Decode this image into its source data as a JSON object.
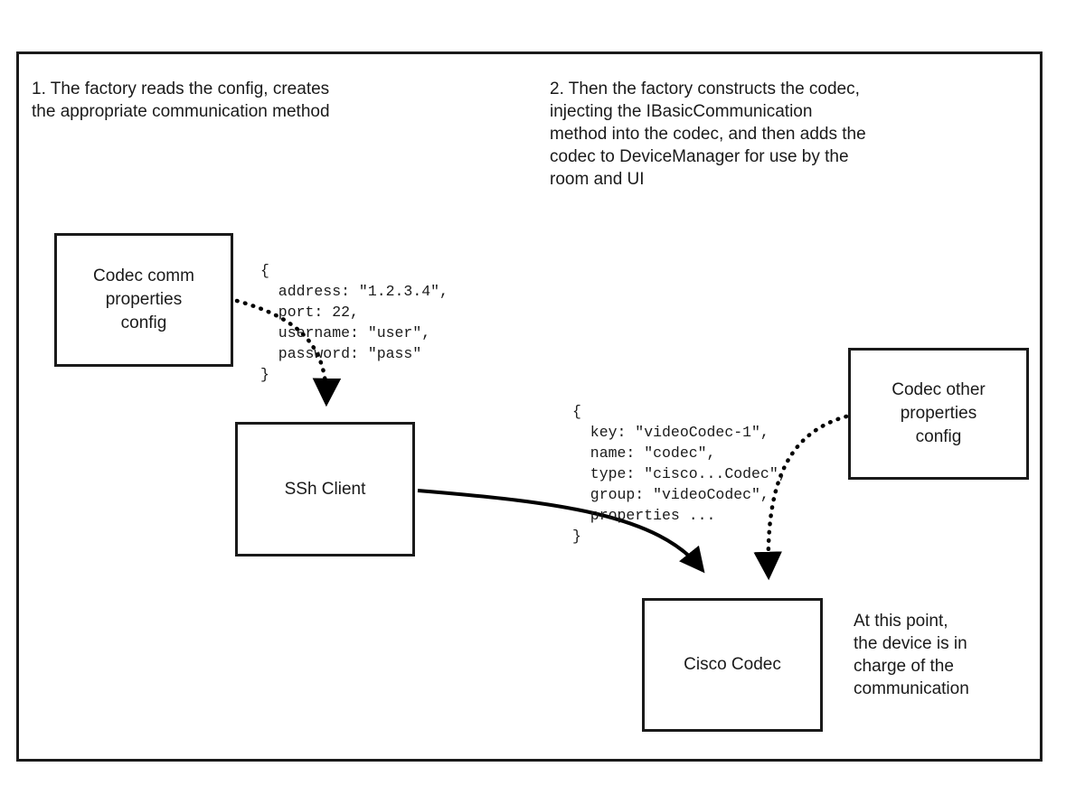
{
  "notes": {
    "step1": "1. The factory reads the config, creates\nthe appropriate communication method",
    "step2": "2. Then the factory constructs the codec,\ninjecting the IBasicCommunication\nmethod into the codec, and then adds the\ncodec to DeviceManager for use by the\nroom and UI",
    "endpoint": "At this point,\nthe device is in\ncharge of the\ncommunication"
  },
  "boxes": {
    "comm_config": "Codec comm\nproperties\nconfig",
    "ssh_client": "SSh Client",
    "other_config": "Codec other\nproperties\nconfig",
    "cisco_codec": "Cisco Codec"
  },
  "code": {
    "comm_json": "{\n  address: \"1.2.3.4\",\n  port: 22,\n  username: \"user\",\n  password: \"pass\"\n}",
    "codec_json": "{\n  key: \"videoCodec-1\",\n  name: \"codec\",\n  type: \"cisco...Codec\",\n  group: \"videoCodec\",\n  properties ...\n}"
  }
}
